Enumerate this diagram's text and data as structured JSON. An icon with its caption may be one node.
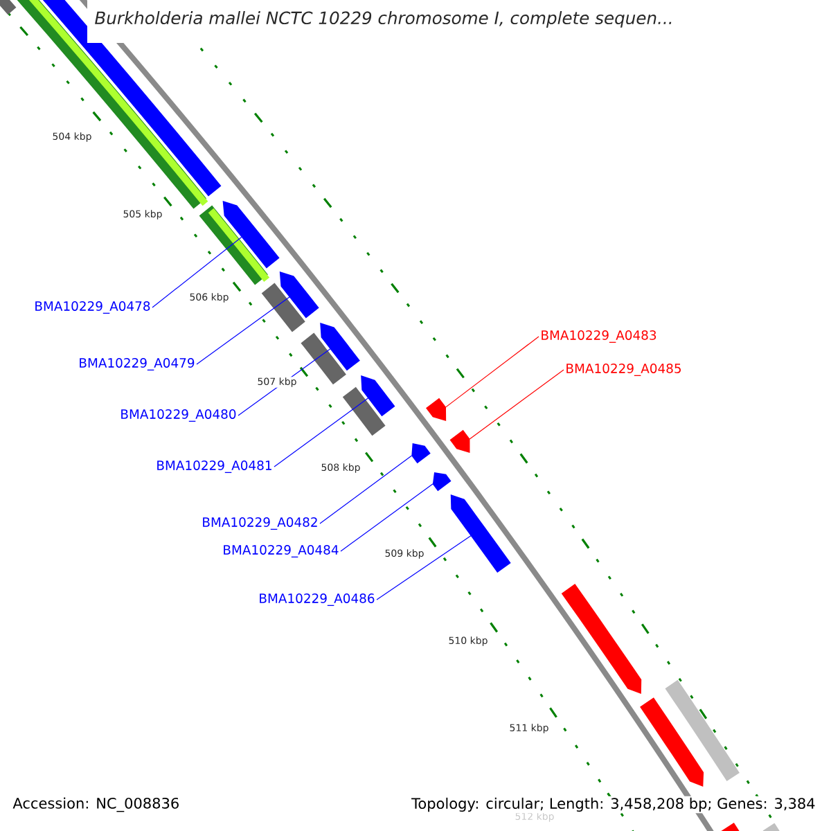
{
  "diagram": {
    "title": "Burkholderia mallei NCTC 10229 chromosome I, complete sequen...",
    "nodes": [
      {
        "text": [
          "BMA10229_A0478"
        ]
      },
      {
        "text": [
          "BMA10229_A0479"
        ]
      },
      {
        "text": [
          "BMA10229_A0480"
        ]
      },
      {
        "text": [
          "BMA10229_A0481"
        ]
      },
      {
        "text": [
          "BMA10229_A0482"
        ]
      },
      {
        "text": [
          "BMA10229_A0484"
        ]
      },
      {
        "text": [
          "BMA10229_A0486"
        ]
      },
      {
        "text": [
          "BMA10229_A0483"
        ]
      },
      {
        "text": [
          "BMA10229_A0485"
        ]
      },
      {
        "text": [],
        "shape": "pentagon"
      },
      {
        "text": [],
        "shape": "pentagon"
      },
      {
        "text": [],
        "shape": "pentagon"
      },
      {
        "text": [],
        "shape": "pentagon"
      },
      {
        "text": [],
        "shape": "pentagon"
      },
      {
        "text": [],
        "shape": "pentagon"
      },
      {
        "text": [],
        "shape": "pentagon"
      },
      {
        "text": [],
        "shape": "pentagon"
      },
      {
        "text": [],
        "shape": "pentagon"
      },
      {
        "text": [],
        "shape": "box"
      },
      {
        "text": [],
        "shape": "box"
      },
      {
        "text": [],
        "shape": "box"
      },
      {
        "text": [],
        "shape": "box"
      },
      {
        "text": [],
        "shape": "box"
      },
      {
        "text": [],
        "shape": "box"
      },
      {
        "text": [],
        "shape": "box"
      },
      {
        "text": [],
        "shape": "pentagon"
      },
      {
        "text": [],
        "shape": "pentagon"
      },
      {
        "text": [],
        "shape": "pentagon"
      },
      {
        "text": [],
        "shape": "box"
      },
      {
        "text": [],
        "shape": "box"
      }
    ],
    "edges": [
      {
        "from": 0,
        "to": 9,
        "arrow": "none"
      },
      {
        "from": 1,
        "to": 10,
        "arrow": "none"
      },
      {
        "from": 2,
        "to": 11,
        "arrow": "none"
      },
      {
        "from": 3,
        "to": 12,
        "arrow": "none"
      },
      {
        "from": 4,
        "to": 13,
        "arrow": "none"
      },
      {
        "from": 5,
        "to": 14,
        "arrow": "none"
      },
      {
        "from": 6,
        "to": 15,
        "arrow": "none"
      },
      {
        "from": 7,
        "to": 16,
        "arrow": "none",
        "color": "#ff0000"
      },
      {
        "from": 8,
        "to": 17,
        "arrow": "none",
        "color": "#ff0000"
      }
    ],
    "labels": [
      "504 kbp",
      "505 kbp",
      "506 kbp",
      "507 kbp",
      "508 kbp",
      "509 kbp",
      "510 kbp",
      "511 kbp",
      "512 kbp",
      "Accession: NC_008836",
      "Topology: circular; Length: 3,458,208 bp; Genes: 3,384"
    ]
  }
}
